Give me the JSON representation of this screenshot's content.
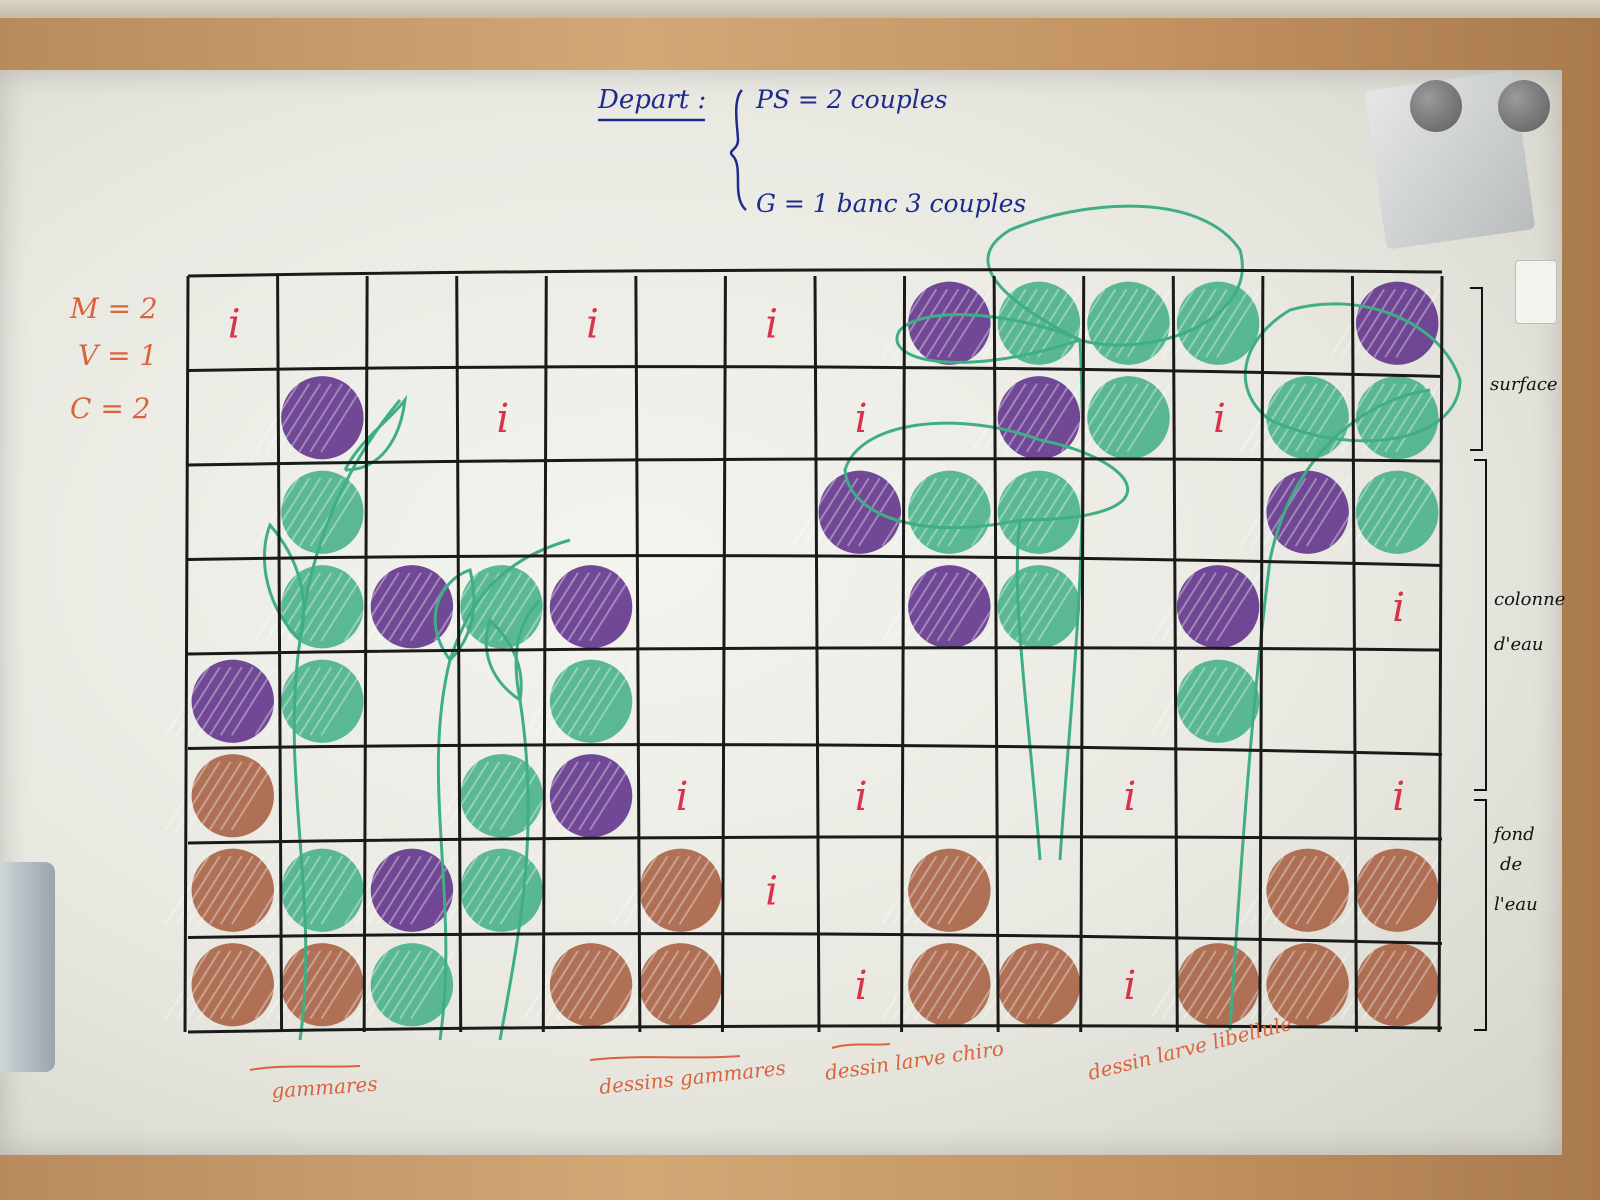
{
  "title": {
    "label": "Depart :",
    "line1": "PS = 2 couples",
    "line2": "G = 1 banc 3 couples"
  },
  "rules": {
    "line1": "M = 2",
    "line2": "V = 1",
    "line3": "C = 2"
  },
  "zones": {
    "surface": "surface",
    "colonne1": "colonne",
    "colonne2": "d'eau",
    "fond1": "fond",
    "fond2": "de",
    "fond3": "l'eau"
  },
  "bottom_labels": {
    "gammares": "gammares",
    "dessins_gammares": "dessins gammares",
    "dessin_chiro": "dessin larve chiro",
    "dessin_libellule": "dessin larve libellule"
  },
  "grid_marker": "i",
  "colors": {
    "board": "#eeeeea",
    "grid_ink": "#1a1a1a",
    "green": "#3fae85",
    "purple": "#5b2a86",
    "brown": "#a55a3c",
    "blue_ink": "#1d2b8f",
    "red_ink": "#d8334a",
    "orange_ink": "#d9643c",
    "frame": "#c99a66"
  },
  "grid": {
    "cols": 14,
    "rows": 8,
    "cells": [
      [
        "i",
        "",
        "",
        "",
        "i",
        "",
        "i",
        "",
        "P",
        "G",
        "G",
        "G",
        "",
        "P"
      ],
      [
        "",
        "P",
        "",
        "i",
        "",
        "",
        "",
        "i",
        "",
        "P",
        "G",
        "i",
        "G",
        "G"
      ],
      [
        "",
        "G",
        "",
        "",
        "",
        "",
        "",
        "P",
        "G",
        "G",
        "",
        "",
        "P",
        "G"
      ],
      [
        "",
        "G",
        "P",
        "G",
        "P",
        "",
        "",
        "",
        "P",
        "G",
        "",
        "P",
        "",
        "i"
      ],
      [
        "P",
        "G",
        "",
        "",
        "G",
        "",
        "",
        "",
        "",
        "",
        "",
        "G",
        "",
        ""
      ],
      [
        "B",
        "",
        "",
        "G",
        "P",
        "i",
        "",
        "i",
        "",
        "",
        "i",
        "",
        "",
        "i"
      ],
      [
        "B",
        "G",
        "P",
        "G",
        "",
        "B",
        "i",
        "",
        "B",
        "",
        "",
        "",
        "B",
        "B"
      ],
      [
        "B",
        "B",
        "G",
        "",
        "B",
        "B",
        "",
        "i",
        "B",
        "B",
        "i",
        "B",
        "B",
        "B"
      ]
    ]
  }
}
